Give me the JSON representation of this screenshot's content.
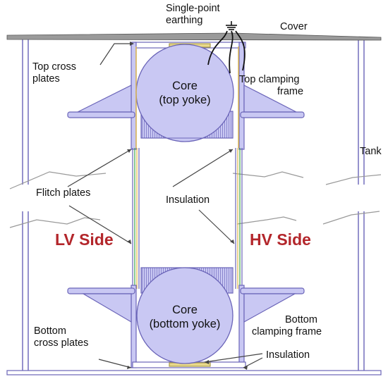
{
  "labels": {
    "single_point_earthing": [
      "Single-point",
      "earthing"
    ],
    "cover": "Cover",
    "top_cross_plates": [
      "Top cross",
      "plates"
    ],
    "top_clamping_frame": [
      "Top clamping",
      "frame"
    ],
    "core_top": [
      "Core",
      "(top yoke)"
    ],
    "tank": "Tank",
    "flitch_plates": "Flitch plates",
    "insulation_mid": "Insulation",
    "lv_side": "LV Side",
    "hv_side": "HV Side",
    "core_bottom": [
      "Core",
      "(bottom yoke)"
    ],
    "bottom_clamping_frame": [
      "Bottom",
      "clamping frame"
    ],
    "bottom_cross_plates": [
      "Bottom",
      "cross plates"
    ],
    "insulation_bottom": "Insulation"
  },
  "colors": {
    "core_fill": "#c9c8f3",
    "structure_stroke": "#6a64b8",
    "label_text": "#111111",
    "side_text": "#b3262b",
    "cover": "#8a8a8a",
    "insulation": "#e9d98a"
  }
}
